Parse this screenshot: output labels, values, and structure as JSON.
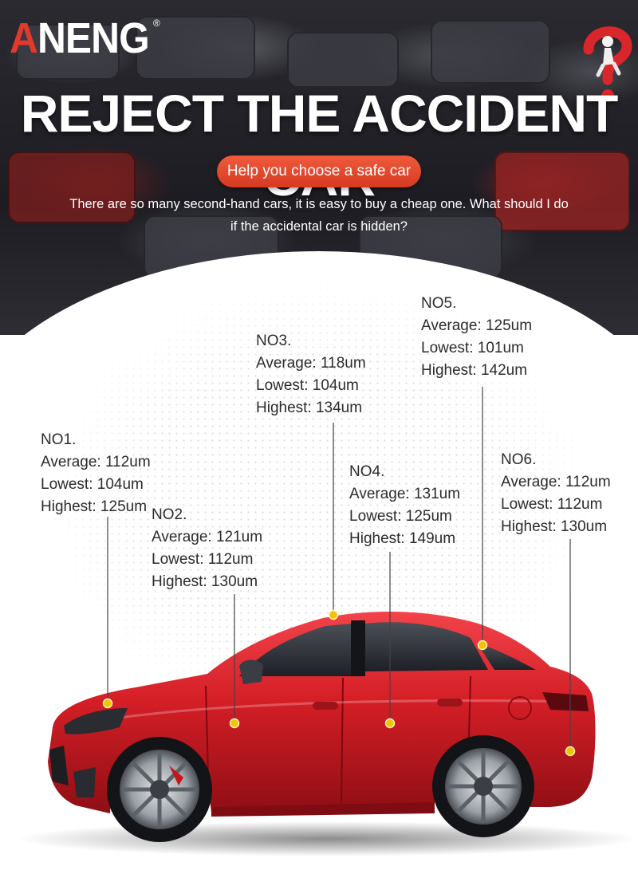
{
  "brand": {
    "name": "ANENG",
    "registered": "®"
  },
  "headline": "REJECT THE ACCIDENT CAR",
  "pill_label": "Help you choose a safe car",
  "intro": {
    "line1": "There are so many second-hand cars, it is easy to buy a cheap one. What should I do",
    "line2": "if the accidental car is hidden?"
  },
  "colors": {
    "accent": "#e23a2a",
    "car_red": "#d41e26",
    "marker": "#f2c400"
  },
  "spots": [
    {
      "id": "NO1.",
      "average": "Average: 112um",
      "lowest": "Lowest: 104um",
      "highest": "Highest: 125um"
    },
    {
      "id": "NO2.",
      "average": "Average: 121um",
      "lowest": "Lowest: 112um",
      "highest": "Highest: 130um"
    },
    {
      "id": "NO3.",
      "average": "Average: 118um",
      "lowest": "Lowest: 104um",
      "highest": "Highest: 134um"
    },
    {
      "id": "NO4.",
      "average": "Average: 131um",
      "lowest": "Lowest: 125um",
      "highest": "Highest: 149um"
    },
    {
      "id": "NO5.",
      "average": "Average: 125um",
      "lowest": "Lowest: 101um",
      "highest": "Highest: 142um"
    },
    {
      "id": "NO6.",
      "average": "Average: 112um",
      "lowest": "Lowest: 112um",
      "highest": "Highest: 130um"
    }
  ]
}
